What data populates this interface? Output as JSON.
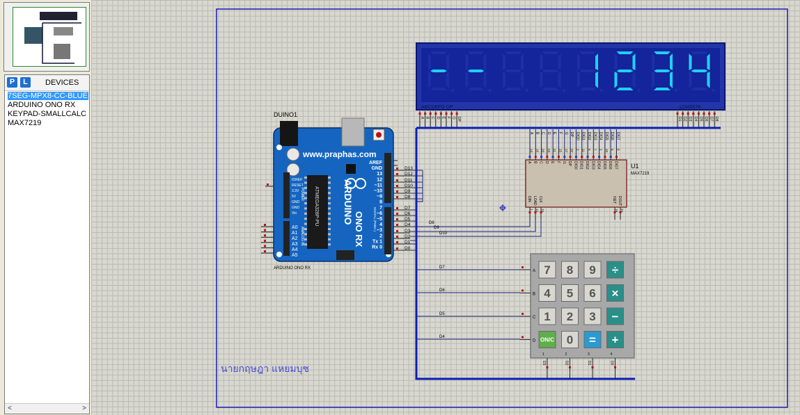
{
  "devices_panel": {
    "p_button": "P",
    "l_button": "L",
    "title": "DEVICES",
    "items": [
      "7SEG-MPX8-CC-BLUE",
      "ARDUINO ONO RX",
      "KEYPAD-SMALLCALC",
      "MAX7219"
    ],
    "selected_index": 0,
    "scroll_left": "<",
    "scroll_right": ">"
  },
  "display": {
    "digits": [
      "-",
      "-",
      "",
      "",
      "1",
      "2",
      "3",
      "4"
    ],
    "segment_label": "ABCDEFG  DP",
    "digit_label": "12345678",
    "segment_pins": [
      "A",
      "B",
      "C",
      "D",
      "E",
      "F",
      "G",
      "DP"
    ],
    "color_bg": "#1a2e9c",
    "color_segment": "#20d0ff"
  },
  "arduino": {
    "ref": "DUINO1",
    "caption": "ARDUINO ONO RX",
    "website": "www.praphas.com",
    "brand": "ARDUINO",
    "model": "ONO RX",
    "chip": "ATMEGA328P-PU",
    "right_header_labels": [
      "AREF",
      "GND",
      "13",
      "12",
      "~11",
      "~10",
      "~9",
      "8",
      "7",
      "~6",
      "~5",
      "4",
      "~3",
      "2",
      "Tx 1",
      "Rx 0"
    ],
    "right_pin_labels": [
      "D13",
      "D12",
      "D11",
      "D10",
      "D9",
      "D8",
      "D7",
      "D6",
      "D5",
      "D4",
      "D3",
      "D2",
      "D1",
      "D0"
    ],
    "power_labels": [
      "IOREF",
      "RESET",
      "3.3V",
      "5V",
      "GND",
      "GND",
      "Vin"
    ],
    "analog_labels": [
      "A0",
      "A1",
      "A2",
      "A3",
      "A4",
      "A5"
    ],
    "power_title": "POWER",
    "analog_title": "ANALOG IN",
    "digital_title": "DIGITAL (PWM~)"
  },
  "max7219": {
    "ref": "U1",
    "part": "MAX7219",
    "top_pins": [
      "A",
      "B",
      "C",
      "D",
      "E",
      "F",
      "G",
      "DP",
      "DIG0",
      "DIG1",
      "DIG2",
      "DIG3",
      "DIG4",
      "DIG5",
      "DIG6",
      "DIG7"
    ],
    "top_pin_numbers": [
      "14",
      "16",
      "20",
      "23",
      "21",
      "15",
      "17",
      "22",
      "2",
      "11",
      "6",
      "7",
      "3",
      "10",
      "5",
      "8"
    ],
    "bottom_pins": [
      "DIN",
      "LOAD",
      "CLK",
      "ISET",
      "DOUT"
    ],
    "bottom_pin_numbers": [
      "1",
      "12",
      "13",
      "18",
      "24"
    ]
  },
  "keypad": {
    "rows": [
      [
        "7",
        "8",
        "9",
        "÷"
      ],
      [
        "4",
        "5",
        "6",
        "×"
      ],
      [
        "1",
        "2",
        "3",
        "−"
      ],
      [
        "ON/C",
        "0",
        "=",
        "+"
      ]
    ],
    "row_pins": [
      "A",
      "B",
      "C",
      "D"
    ],
    "col_pins": [
      "1",
      "2",
      "3",
      "4"
    ],
    "col_nets": [
      "D3",
      "D2",
      "D1",
      "D0"
    ]
  },
  "wires": {
    "nets": [
      "D8",
      "D9",
      "D10",
      "D7",
      "D6",
      "D5",
      "D4"
    ]
  },
  "author_text": "นายกฤษฎา  แหยมบุช",
  "colors": {
    "wire": "#1a237e",
    "bus": "#0d1fb5",
    "board": "#1565c0",
    "frame": "#1c1cb8"
  }
}
